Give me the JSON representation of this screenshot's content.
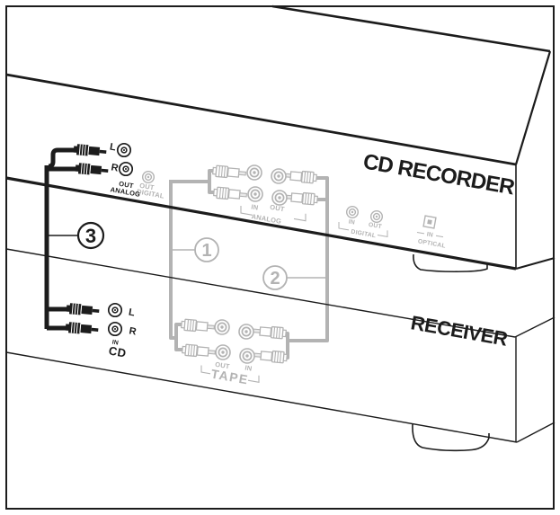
{
  "colors": {
    "active_black": "#1c1c1c",
    "inactive_gray": "#b3b3b3",
    "background": "#ffffff"
  },
  "cd_recorder": {
    "label": "CD RECORDER",
    "analog_out": {
      "l": "L",
      "r": "R",
      "caption_line1": "OUT",
      "caption_line2": "ANALOG"
    },
    "digital_out": {
      "caption_line1": "OUT",
      "caption_line2": "DIGITAL"
    },
    "analog_io": {
      "in": "IN",
      "out": "OUT",
      "group": "ANALOG"
    },
    "digital_io": {
      "in": "IN",
      "out": "OUT",
      "group": "DIGITAL"
    },
    "optical": {
      "caption_line1": "IN",
      "caption_line2": "OPTICAL"
    }
  },
  "receiver": {
    "label": "RECEIVER",
    "cd_input": {
      "l": "L",
      "r": "R",
      "caption_line1": "IN",
      "caption_line2": "CD"
    },
    "tape": {
      "out": "OUT",
      "in": "IN",
      "group": "TAPE"
    }
  },
  "cables": {
    "analog_in_cable": "1",
    "analog_out_cable": "2",
    "cd_cable": "3"
  }
}
